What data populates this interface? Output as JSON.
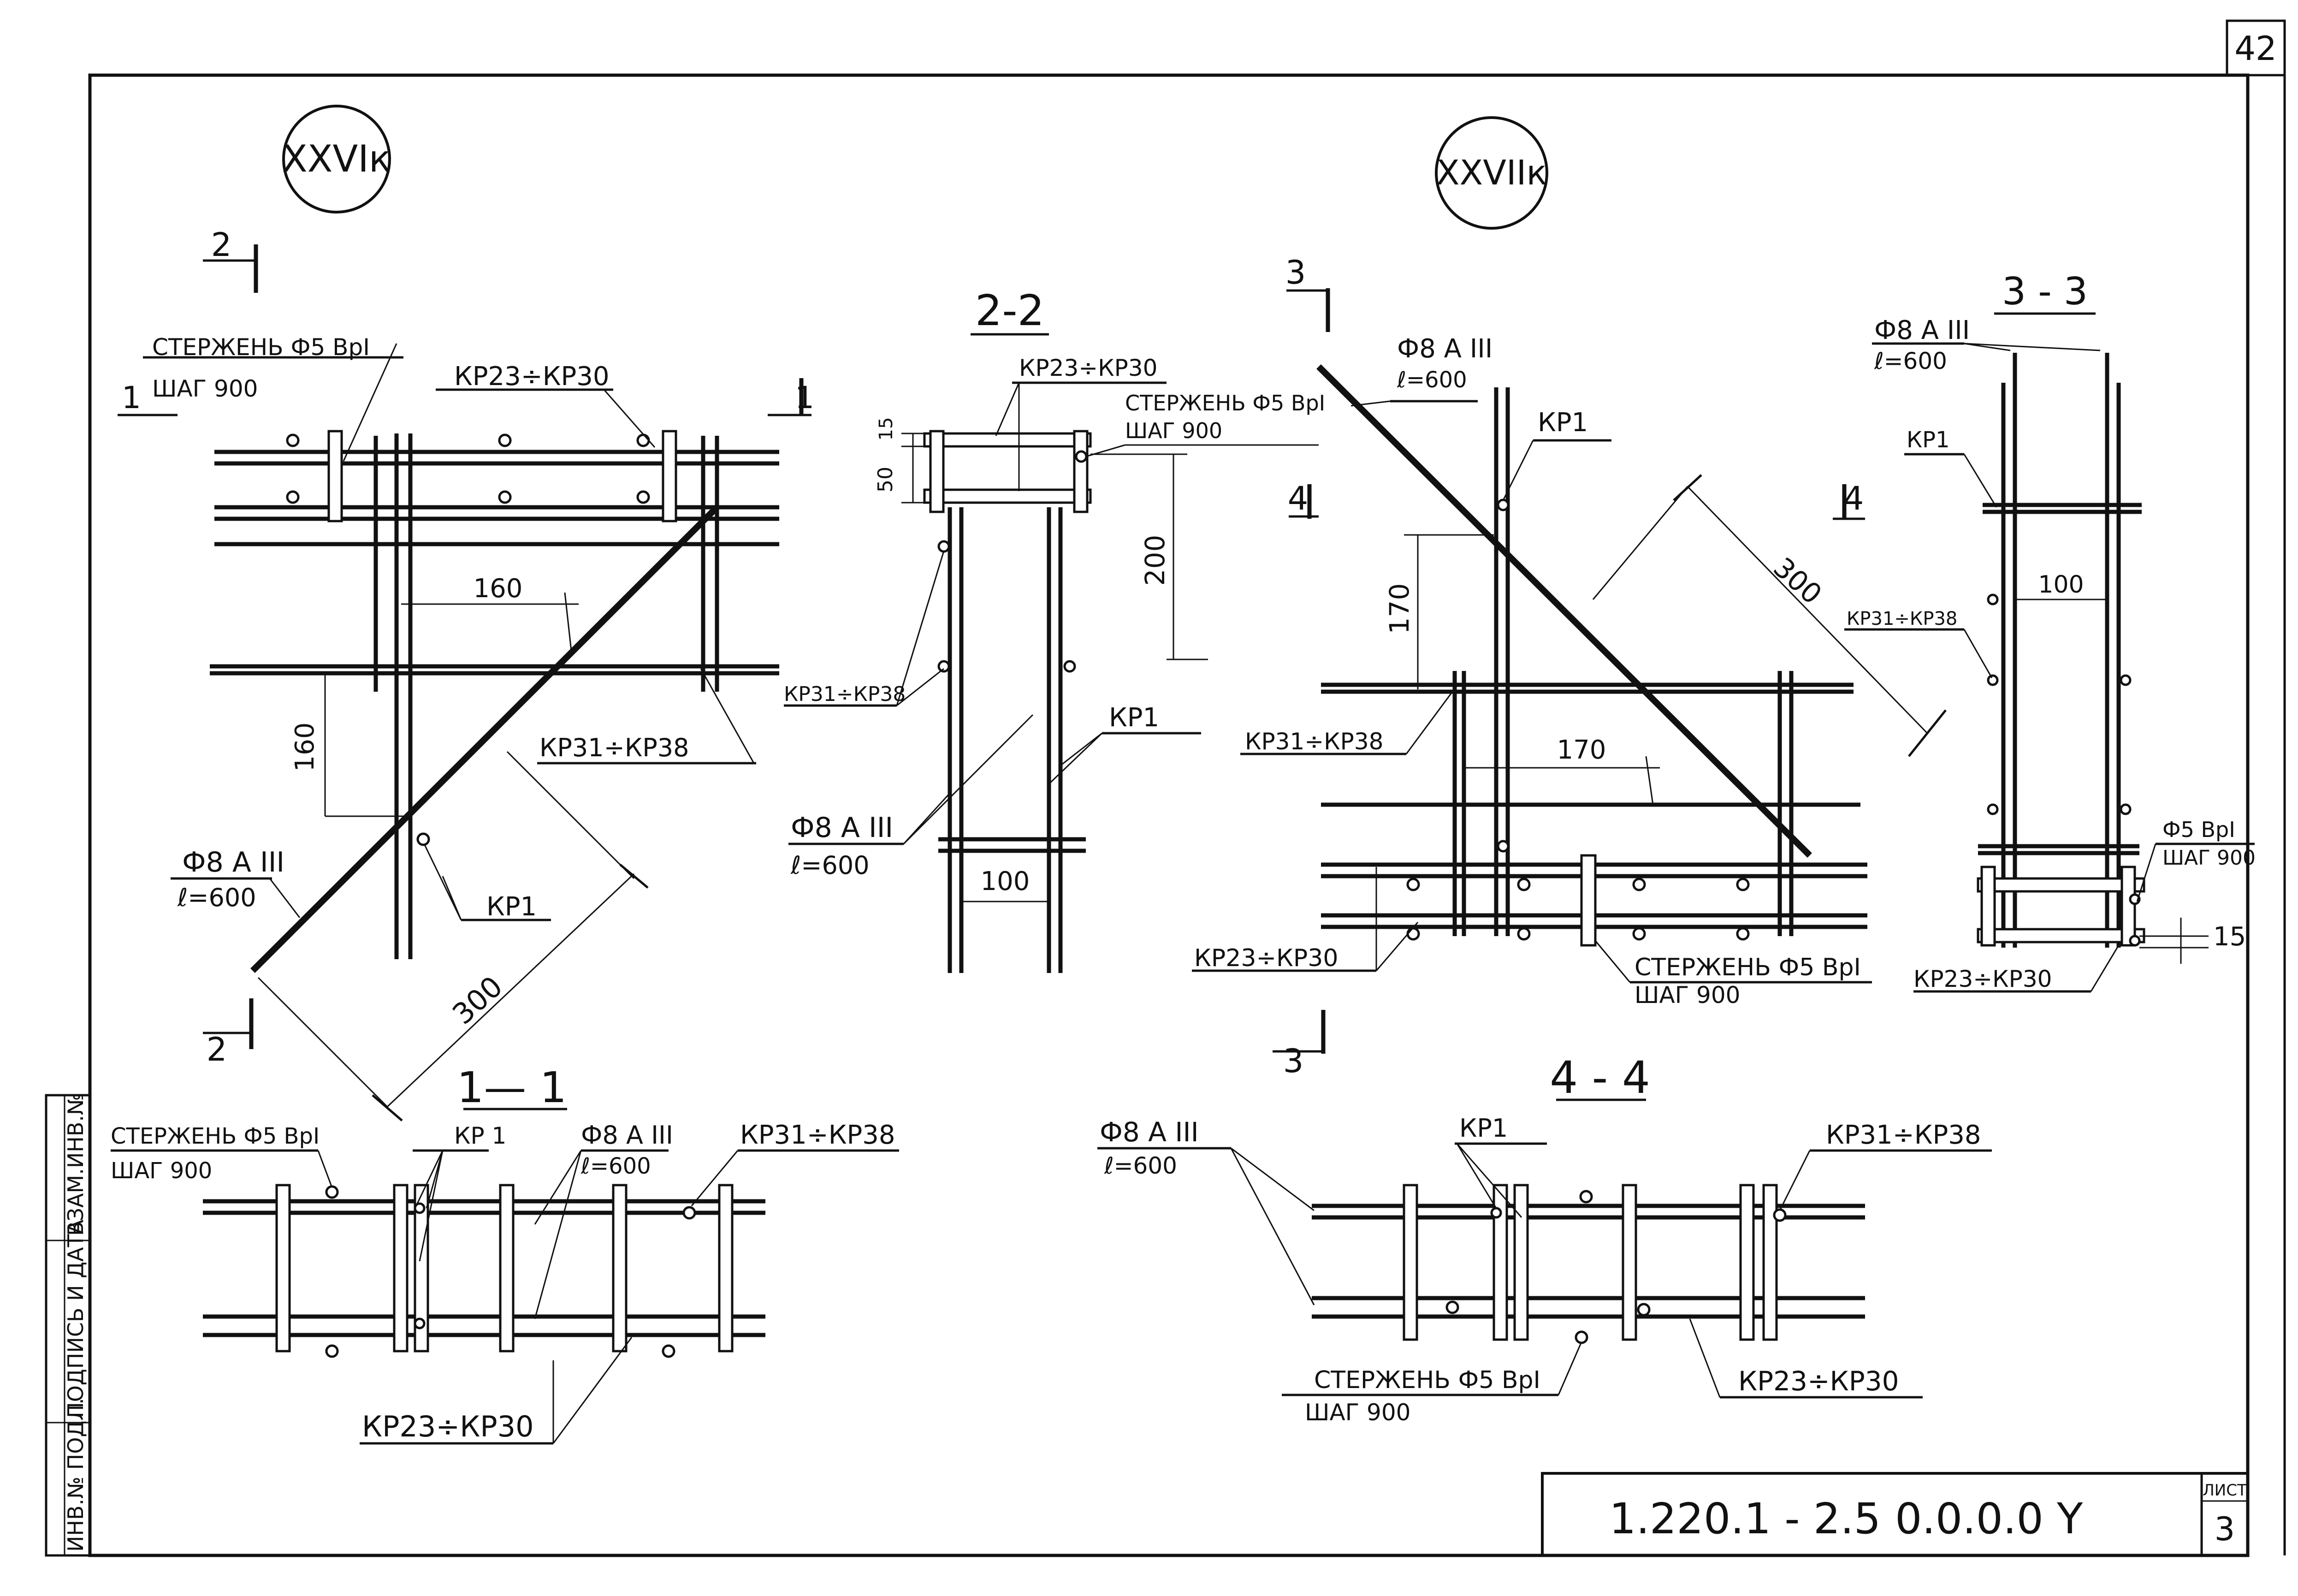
{
  "sheet": {
    "page_number": "42",
    "doc_code": "1.220.1 - 2.5",
    "doc_code_suffix": "0.0.0.0 Y",
    "sheet_label": "ЛИСТ",
    "sheet_number": "3",
    "side_stamp": [
      "ИНВ.№ ПОДЛ.",
      "ПОДПИСЬ И ДАТА",
      "ВЗАМ.ИНВ.№"
    ]
  },
  "left": {
    "node": "XXVIк",
    "section_2_2": "2-2",
    "section_1_1": "1— 1",
    "cut2": "2",
    "cut1": "1",
    "rod": "СТЕРЖЕНЬ Ф5 ВрI",
    "step": "ШАГ 900",
    "kp2330": "КР23÷КР30",
    "kp3138": "КР31÷КР38",
    "kp1": "КР1",
    "kp1_spaced": "КР 1",
    "bar8": "Ф8 А III",
    "len": "ℓ=600",
    "d160": "160",
    "d300": "300",
    "d200": "200",
    "d100": "100",
    "d50": "50",
    "d15": "15"
  },
  "right": {
    "node": "XXVIIк",
    "section_3_3": "3 - 3",
    "section_4_4": "4 - 4",
    "cut3": "3",
    "cut4": "4",
    "rod": "СТЕРЖЕНЬ Ф5 ВрI",
    "step": "ШАГ 900",
    "kp2330": "КР23÷КР30",
    "kp3138": "КР31÷КР38",
    "kp1": "КР1",
    "bar8": "Ф8 А III",
    "len": "ℓ=600",
    "rod_short": "Ф5 ВрI",
    "d170": "170",
    "d300": "300",
    "d100": "100",
    "d15": "15"
  }
}
